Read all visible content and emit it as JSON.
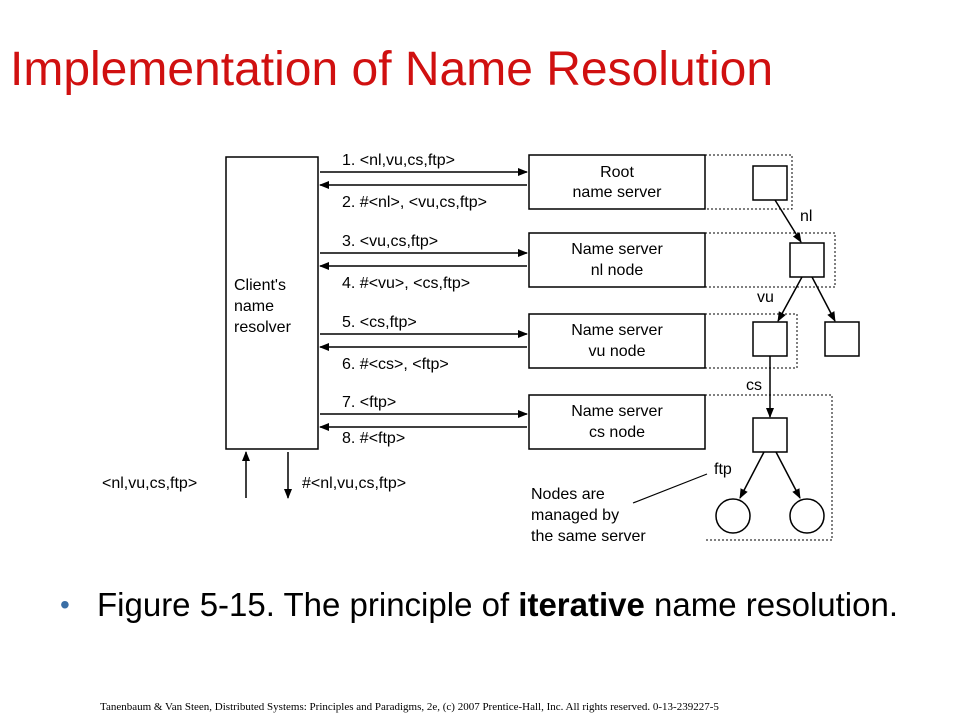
{
  "slide": {
    "title": "Implementation of Name Resolution",
    "bullet": {
      "prefix": "Figure 5-15. The principle of ",
      "emphasis": "iterative",
      "suffix": " name resolution."
    },
    "footer": "Tanenbaum & Van Steen, Distributed Systems: Principles and Paradigms, 2e, (c) 2007 Prentice-Hall, Inc. All rights reserved. 0-13-239227-5"
  },
  "diagram": {
    "resolver_lines": [
      "Client's",
      "name",
      "resolver"
    ],
    "servers": [
      {
        "line1": "Root",
        "line2": "name server"
      },
      {
        "line1": "Name server",
        "line2": "nl node"
      },
      {
        "line1": "Name server",
        "line2": "vu node"
      },
      {
        "line1": "Name server",
        "line2": "cs node"
      }
    ],
    "messages": [
      "1. <nl,vu,cs,ftp>",
      "2. #<nl>, <vu,cs,ftp>",
      "3. <vu,cs,ftp>",
      "4. #<vu>, <cs,ftp>",
      "5. <cs,ftp>",
      "6. #<cs>, <ftp>",
      "7. <ftp>",
      "8. #<ftp>"
    ],
    "input_label": "<nl,vu,cs,ftp>",
    "output_label": "#<nl,vu,cs,ftp>",
    "edge_labels": [
      "nl",
      "vu",
      "cs",
      "ftp"
    ],
    "note_lines": [
      "Nodes are",
      "managed by",
      "the same server"
    ]
  }
}
